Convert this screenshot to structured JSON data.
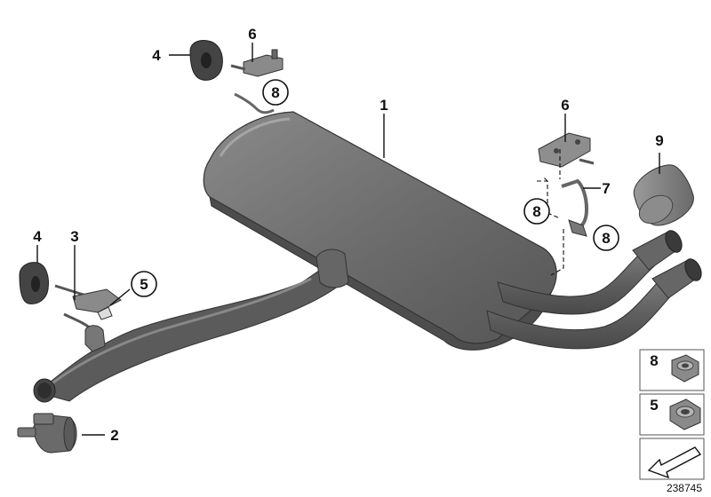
{
  "diagram": {
    "reference_number": "238745",
    "callouts": {
      "p1": "1",
      "p2": "2",
      "p3": "3",
      "p4_top": "4",
      "p4_left": "4",
      "p5": "5",
      "p6_top": "6",
      "p6_right": "6",
      "p7": "7",
      "p8_top": "8",
      "p8_mid": "8",
      "p8_low": "8",
      "p9": "9"
    },
    "legend": {
      "nut_8": "8",
      "nut_5": "5"
    }
  }
}
